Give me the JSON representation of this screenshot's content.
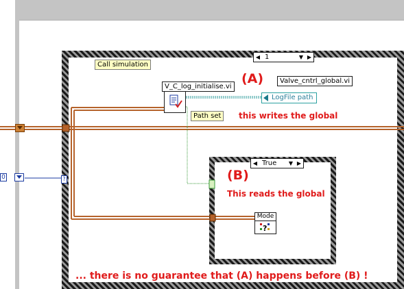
{
  "sequence_frame": {
    "selector_value": "1",
    "left_arrow": "◀",
    "right_arrow": "▶",
    "dropdown": "▼"
  },
  "case_structure": {
    "selector_value": "True",
    "left_arrow": "◀",
    "right_arrow": "▶",
    "dropdown": "▼"
  },
  "labels": {
    "call_simulation": "Call simulation",
    "subvi_name": "V_C_log_initialise.vi",
    "global_vi_name": "Valve_cntrl_global.vi",
    "logfile_path": "LogFile path",
    "path_set": "Path set",
    "mode": "Mode",
    "left_numeric_const": "0",
    "tunnel_question": "?"
  },
  "annotations": {
    "a_label": "(A)",
    "a_desc": "this writes the global",
    "b_label": "(B)",
    "b_desc": "This reads the global",
    "conclusion": "... there is no guarantee that (A) happens before (B) !"
  },
  "colors": {
    "error_wire": "#b5622a",
    "path_wire": "#2a9a9a",
    "bool_wire": "#3a9a3a",
    "numeric_wire": "#1a3aa0",
    "annotation_red": "#e01b1b"
  }
}
